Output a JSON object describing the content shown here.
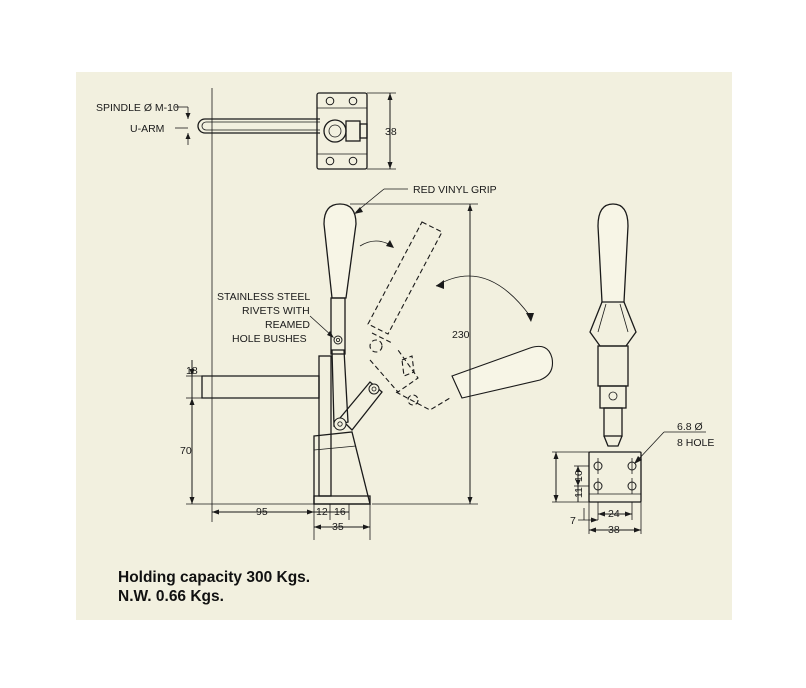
{
  "labels": {
    "spindle": "SPINDLE Ø M-10",
    "u_arm": "U-ARM",
    "red_vinyl_grip": "RED VINYL GRIP",
    "rivets_line1": "STAINLESS STEEL",
    "rivets_line2": "RIVETS WITH",
    "rivets_line3": "REAMED",
    "rivets_line4": "HOLE BUSHES",
    "hole_line1": "6.8 Ø",
    "hole_line2": "8 HOLE"
  },
  "dimensions": {
    "top_width": "38",
    "height_230": "230",
    "height_18": "18",
    "height_70": "70",
    "width_95": "95",
    "width_12": "12",
    "width_16_front": "16",
    "width_35": "35",
    "base_11": "11",
    "base_16": "16",
    "base_7": "7",
    "base_24": "24",
    "base_38": "38"
  },
  "caption": {
    "line1": "Holding capacity 300 Kgs.",
    "line2": "N.W. 0.66 Kgs."
  }
}
